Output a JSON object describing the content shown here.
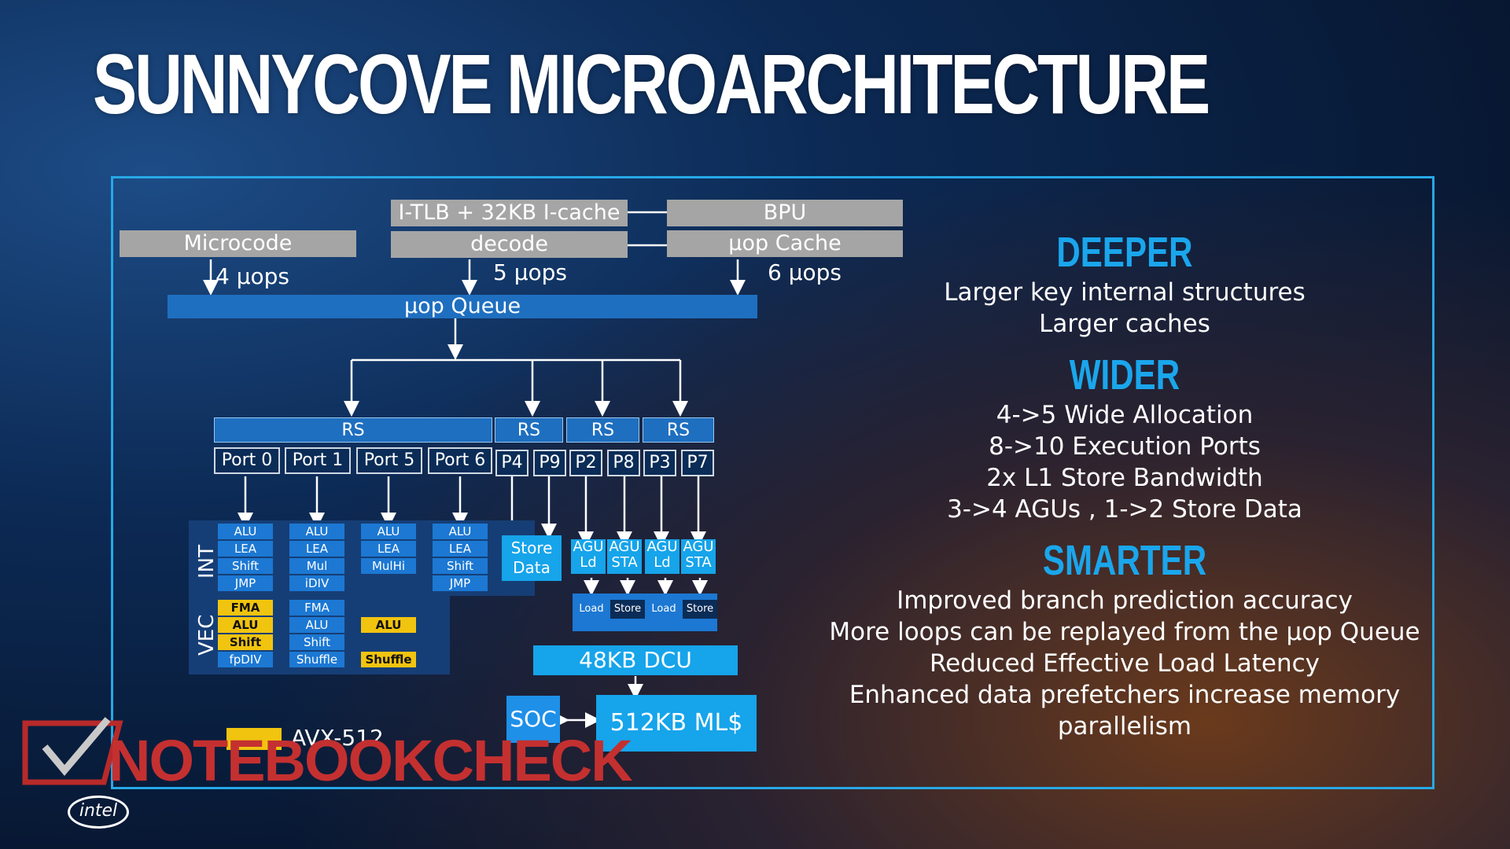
{
  "slide": {
    "title": "SUNNYCOVE MICROARCHITECTURE"
  },
  "frontend": {
    "itlb": "I-TLB + 32KB I-cache",
    "bpu": "BPU",
    "microcode": "Microcode",
    "decode": "decode",
    "uop_cache": "μop Cache",
    "microcode_uops": "4 μops",
    "decode_uops": "5 μops",
    "cache_uops": "6 μops",
    "uop_queue": "μop Queue"
  },
  "rs": [
    "RS",
    "RS",
    "RS",
    "RS"
  ],
  "ports": [
    "Port 0",
    "Port 1",
    "Port 5",
    "Port 6",
    "P4",
    "P9",
    "P2",
    "P8",
    "P3",
    "P7"
  ],
  "int_label": "INT",
  "vec_label": "VEC",
  "int_units": [
    [
      "ALU",
      "LEA",
      "Shift",
      "JMP"
    ],
    [
      "ALU",
      "LEA",
      "Mul",
      "iDIV"
    ],
    [
      "ALU",
      "LEA",
      "MulHi"
    ],
    [
      "ALU",
      "LEA",
      "Shift",
      "JMP"
    ]
  ],
  "vec_units": {
    "port0": [
      "FMA",
      "ALU",
      "Shift",
      "fpDIV"
    ],
    "port1": [
      "FMA",
      "ALU",
      "Shift",
      "Shuffle"
    ],
    "port5": [
      "ALU",
      "Shuffle"
    ]
  },
  "store_data": [
    "Store",
    "Data"
  ],
  "agus": [
    [
      "AGU",
      "Ld"
    ],
    [
      "AGU",
      "STA"
    ],
    [
      "AGU",
      "Ld"
    ],
    [
      "AGU",
      "STA"
    ]
  ],
  "ldst": [
    "Load",
    "Store",
    "Load",
    "Store"
  ],
  "dcu": "48KB DCU",
  "soc": "SOC",
  "mlc": "512KB ML$",
  "legend": {
    "avx512": "AVX-512",
    "avx512_color": "#f1c40f"
  },
  "benefits": [
    {
      "heading": "DEEPER",
      "lines": [
        "Larger key internal structures",
        "Larger caches"
      ]
    },
    {
      "heading": "WIDER",
      "lines": [
        "4->5 Wide Allocation",
        "8->10 Execution Ports",
        "2x L1 Store Bandwidth",
        "3->4 AGUs , 1->2 Store Data"
      ]
    },
    {
      "heading": "SMARTER",
      "lines": [
        "Improved branch prediction accuracy",
        "More  loops can be replayed from the μop Queue",
        "Reduced Effective Load Latency",
        "Enhanced data prefetchers increase memory",
        "parallelism"
      ]
    }
  ],
  "watermark": "NOTEBOOKCHECK",
  "logo": "intel",
  "colors": {
    "accent": "#16a4ea",
    "heading": "#1aa6ec",
    "uop_queue": "#1f6fc0",
    "frontend_gray": "#a5a5a5"
  }
}
